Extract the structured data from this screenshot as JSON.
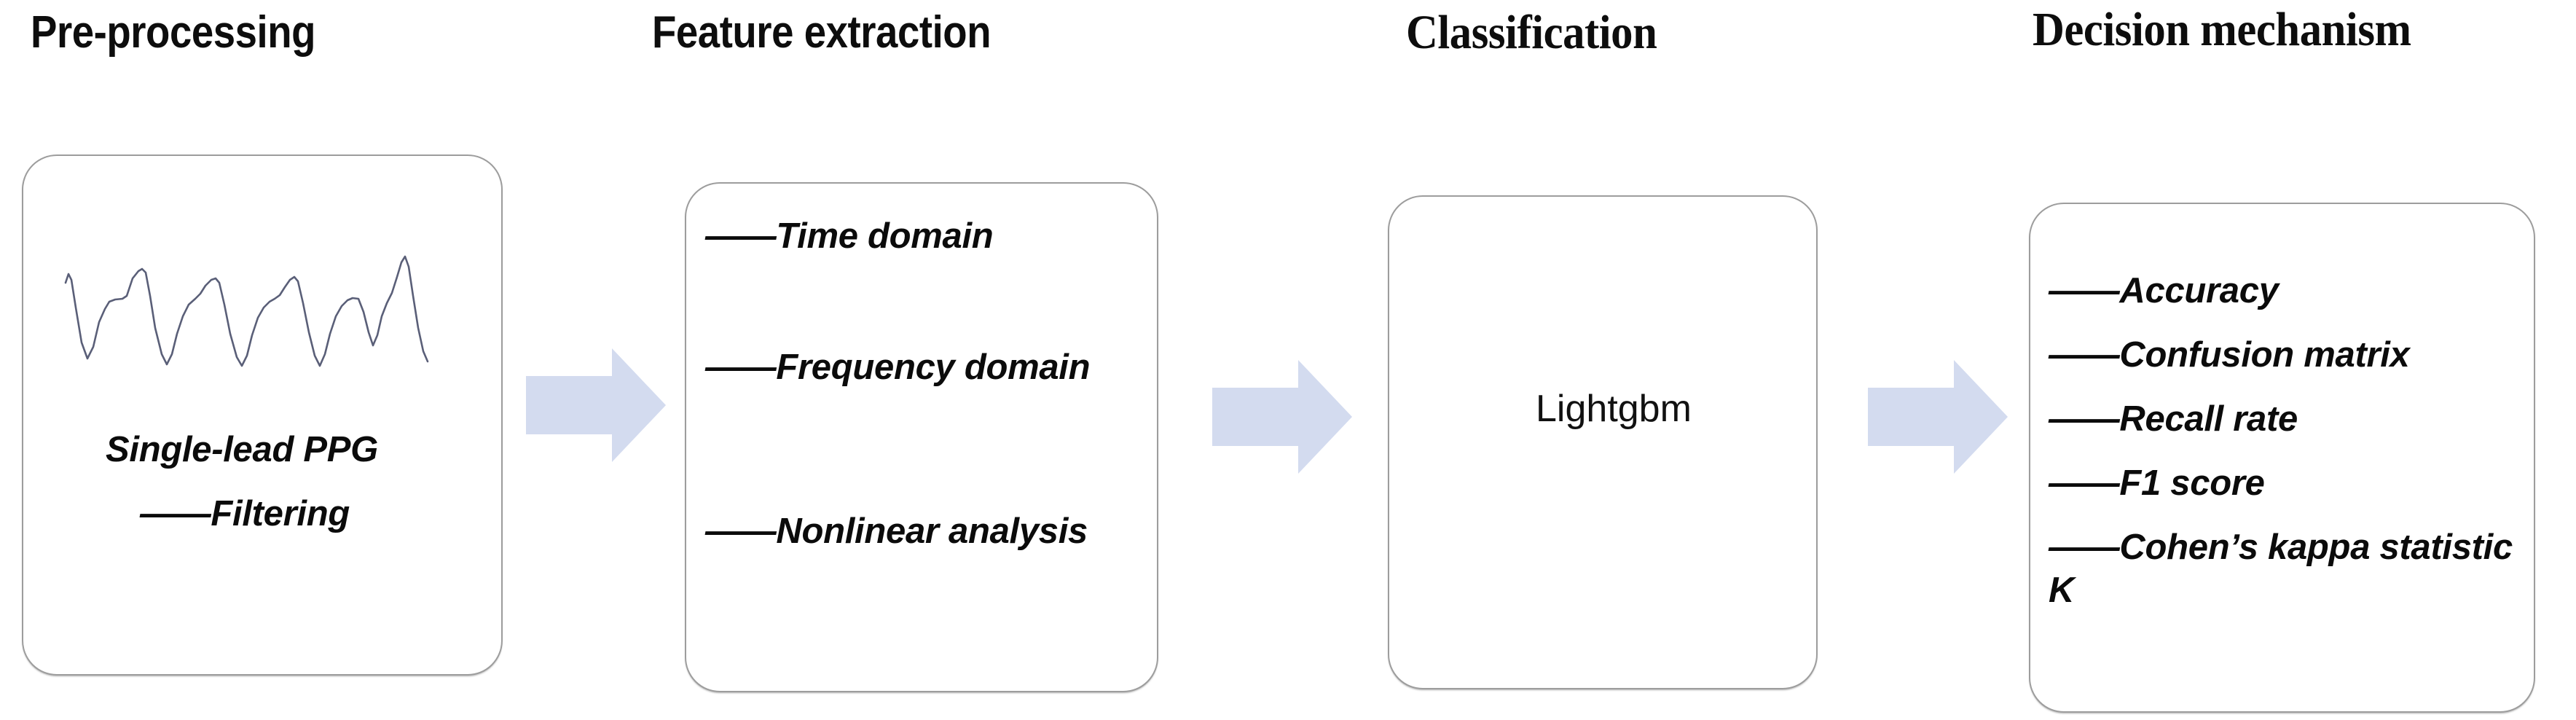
{
  "diagram": {
    "title_sequence": [
      "Pre-processing",
      "Feature extraction",
      "Classification",
      "Decision mechanism"
    ],
    "arrow_color": "#d3dbef",
    "box_border_color": "#9d9d9d",
    "waveform_color": "#5a5f78"
  },
  "stages": [
    {
      "heading": "Pre-processing",
      "signal_caption": "Single-lead PPG",
      "step": "——Filtering",
      "icon": "ppg-waveform"
    },
    {
      "heading": "Feature extraction",
      "items": [
        "——Time domain",
        "——Frequency domain",
        "——Nonlinear analysis"
      ]
    },
    {
      "heading": "Classification",
      "model": "Lightgbm"
    },
    {
      "heading": "Decision mechanism",
      "items": [
        "——Accuracy",
        "——Confusion matrix",
        "——Recall rate",
        "——F1 score",
        "——Cohen’s kappa statistic K"
      ]
    }
  ],
  "arrows": [
    {
      "label": "arrow-preprocessing-to-feature-extraction"
    },
    {
      "label": "arrow-feature-extraction-to-classification"
    },
    {
      "label": "arrow-classification-to-decision"
    }
  ]
}
